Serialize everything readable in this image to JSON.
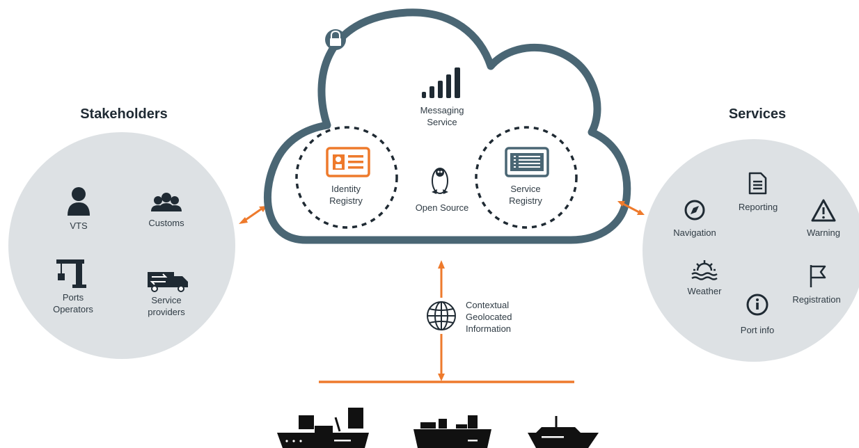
{
  "stakeholders": {
    "title": "Stakeholders",
    "vts": "VTS",
    "customs": "Customs",
    "ports_operators": [
      "Ports",
      "Operators"
    ],
    "service_providers": [
      "Service",
      "providers"
    ]
  },
  "cloud": {
    "messaging_service": [
      "Messaging",
      "Service"
    ],
    "identity_registry": [
      "Identity",
      "Registry"
    ],
    "open_source": "Open Source",
    "service_registry": [
      "Service",
      "Registry"
    ]
  },
  "services": {
    "title": "Services",
    "reporting": "Reporting",
    "navigation": "Navigation",
    "warning": "Warning",
    "weather": "Weather",
    "registration": "Registration",
    "port_info": "Port info"
  },
  "connector": {
    "contextual_info": [
      "Contextual",
      "Geolocated",
      "Information"
    ]
  },
  "colors": {
    "cloud_stroke": "#4a6674",
    "accent_orange": "#ee7a2c",
    "panel_gray": "#dde1e4",
    "dark": "#1f2a33"
  },
  "icons": [
    "lock-icon",
    "signal-bars-icon",
    "id-card-icon",
    "penguin-icon",
    "list-document-icon",
    "person-icon",
    "group-icon",
    "crane-icon",
    "truck-icon",
    "document-icon",
    "compass-icon",
    "warning-icon",
    "sun-waves-icon",
    "flag-icon",
    "info-icon",
    "globe-icon",
    "cargo-ship-icon",
    "container-ship-icon",
    "yacht-icon"
  ]
}
